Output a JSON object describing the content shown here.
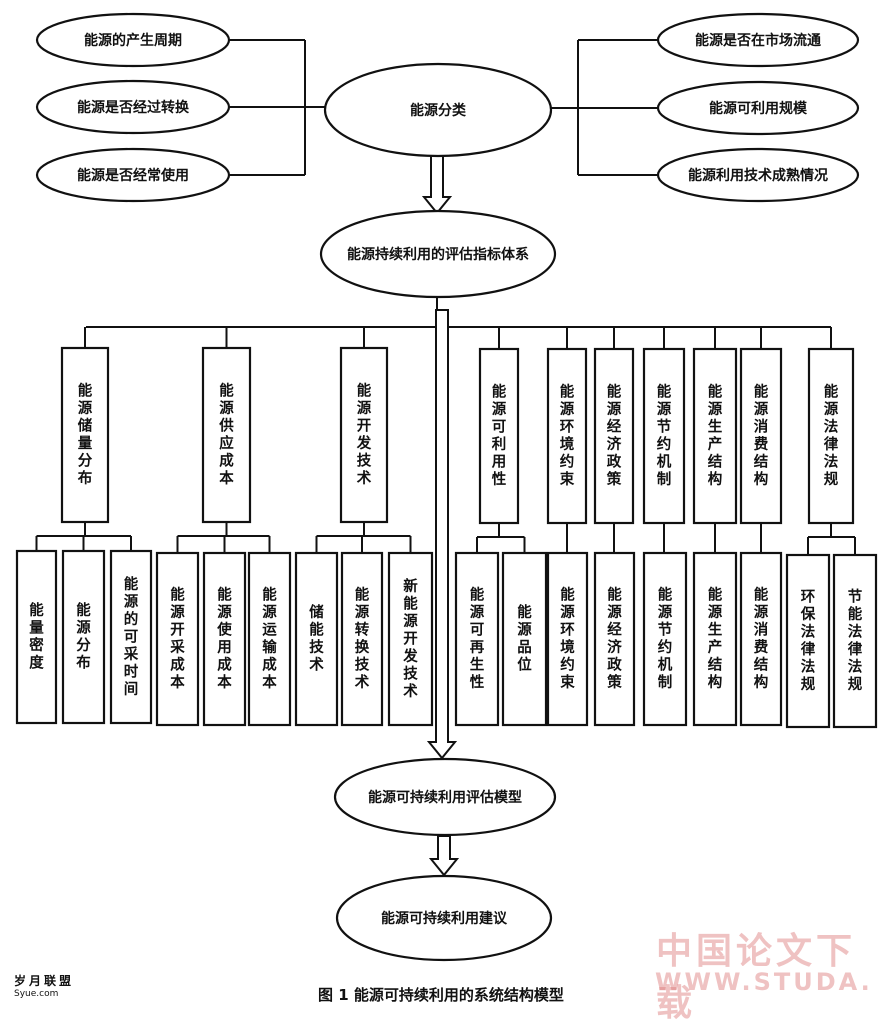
{
  "top_left": [
    "能源的产生周期",
    "能源是否经过转换",
    "能源是否经常使用"
  ],
  "top_center": "能源分类",
  "top_right": [
    "能源是否在市场流通",
    "能源可利用规模",
    "能源利用技术成熟情况"
  ],
  "system": "能源持续利用的评估指标体系",
  "groups": [
    {
      "title": "能源储量分布",
      "children": [
        "能量密度",
        "能源分布",
        "能源的可采时间"
      ]
    },
    {
      "title": "能源供应成本",
      "children": [
        "能源开采成本",
        "能源使用成本",
        "能源运输成本"
      ]
    },
    {
      "title": "能源开发技术",
      "children": [
        "储能技术",
        "能源转换技术",
        "新能源开发技术"
      ]
    },
    {
      "title": "能源可利用性",
      "children": [
        "能源可再生性",
        "能源品位"
      ]
    },
    {
      "title": "能源环境约束",
      "children": [
        "能源环境约束"
      ]
    },
    {
      "title": "能源经济政策",
      "children": [
        "能源经济政策"
      ]
    },
    {
      "title": "能源节约机制",
      "children": [
        "能源节约机制"
      ]
    },
    {
      "title": "能源生产结构",
      "children": [
        "能源生产结构"
      ]
    },
    {
      "title": "能源消费结构",
      "children": [
        "能源消费结构"
      ]
    },
    {
      "title": "能源法律法规",
      "children": [
        "环保法律法规",
        "节能法律法规"
      ]
    }
  ],
  "model": "能源可持续利用评估模型",
  "advice": "能源可持续利用建议",
  "caption": "图 1    能源可持续利用的系统结构模型",
  "watermark": {
    "cn": "中国论文下载",
    "url": "WWW.STUDA."
  },
  "logo": {
    "cn": "岁月联盟",
    "url": "Syue.com"
  }
}
